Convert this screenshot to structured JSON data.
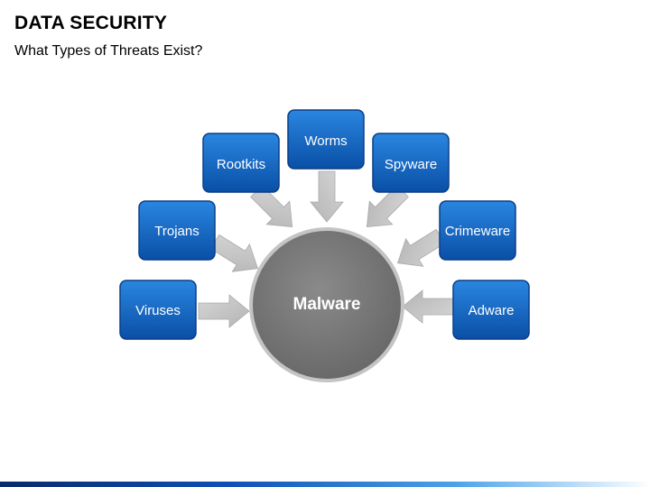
{
  "header": {
    "title": "DATA SECURITY",
    "subtitle": "What Types of Threats Exist?"
  },
  "diagram": {
    "center_label": "Malware",
    "threats": [
      {
        "label": "Viruses"
      },
      {
        "label": "Trojans"
      },
      {
        "label": "Rootkits"
      },
      {
        "label": "Worms"
      },
      {
        "label": "Spyware"
      },
      {
        "label": "Crimeware"
      },
      {
        "label": "Adware"
      }
    ]
  },
  "colors": {
    "box_fill": "#1467c8",
    "box_border": "#0a3f86",
    "arrow_fill": "#c7c7c7",
    "center_fill": "#7a7a7a",
    "center_border": "#c4c4c4"
  }
}
